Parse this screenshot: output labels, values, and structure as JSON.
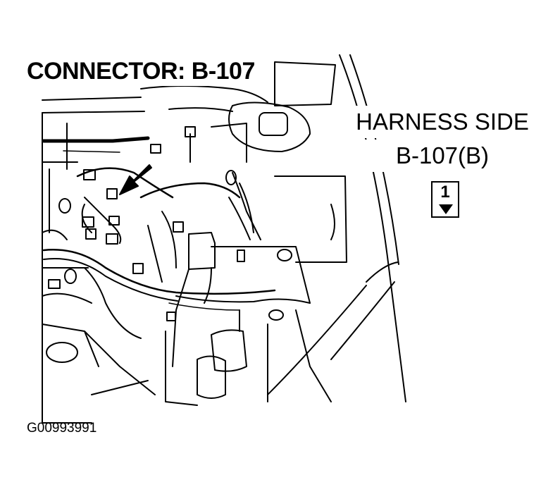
{
  "title": "CONNECTOR: B-107",
  "harness_label": "HARNESS SIDE",
  "connector_id": "B-107(B)",
  "pin_number": "1",
  "figure_code": "G00993991",
  "line_color": "#000000",
  "background_color": "#ffffff"
}
